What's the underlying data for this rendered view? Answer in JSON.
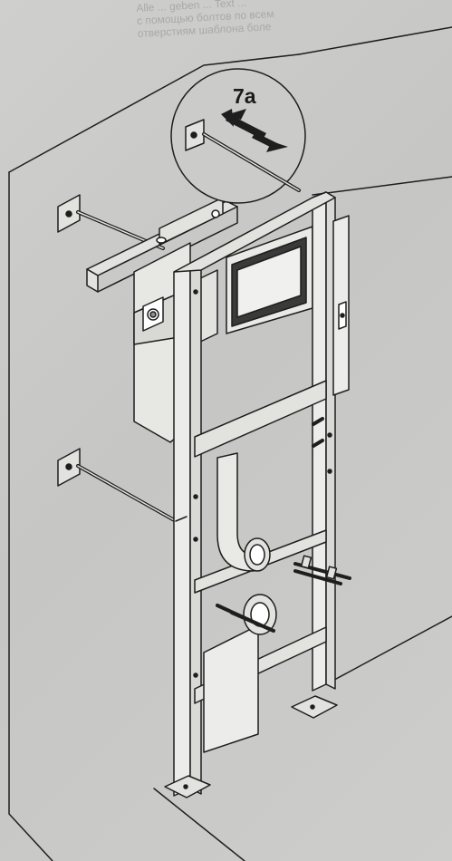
{
  "background_text": [
    "Alle ... geben ... Text ...",
    "с помощью болтов по всем",
    "отверстиям шаблона боле"
  ],
  "callout": {
    "label": "7a"
  },
  "colors": {
    "line": "#1e1e1e",
    "background": "#c9c9c7",
    "fill": "#e2e2df",
    "fill_dark": "#8f8f8d"
  }
}
